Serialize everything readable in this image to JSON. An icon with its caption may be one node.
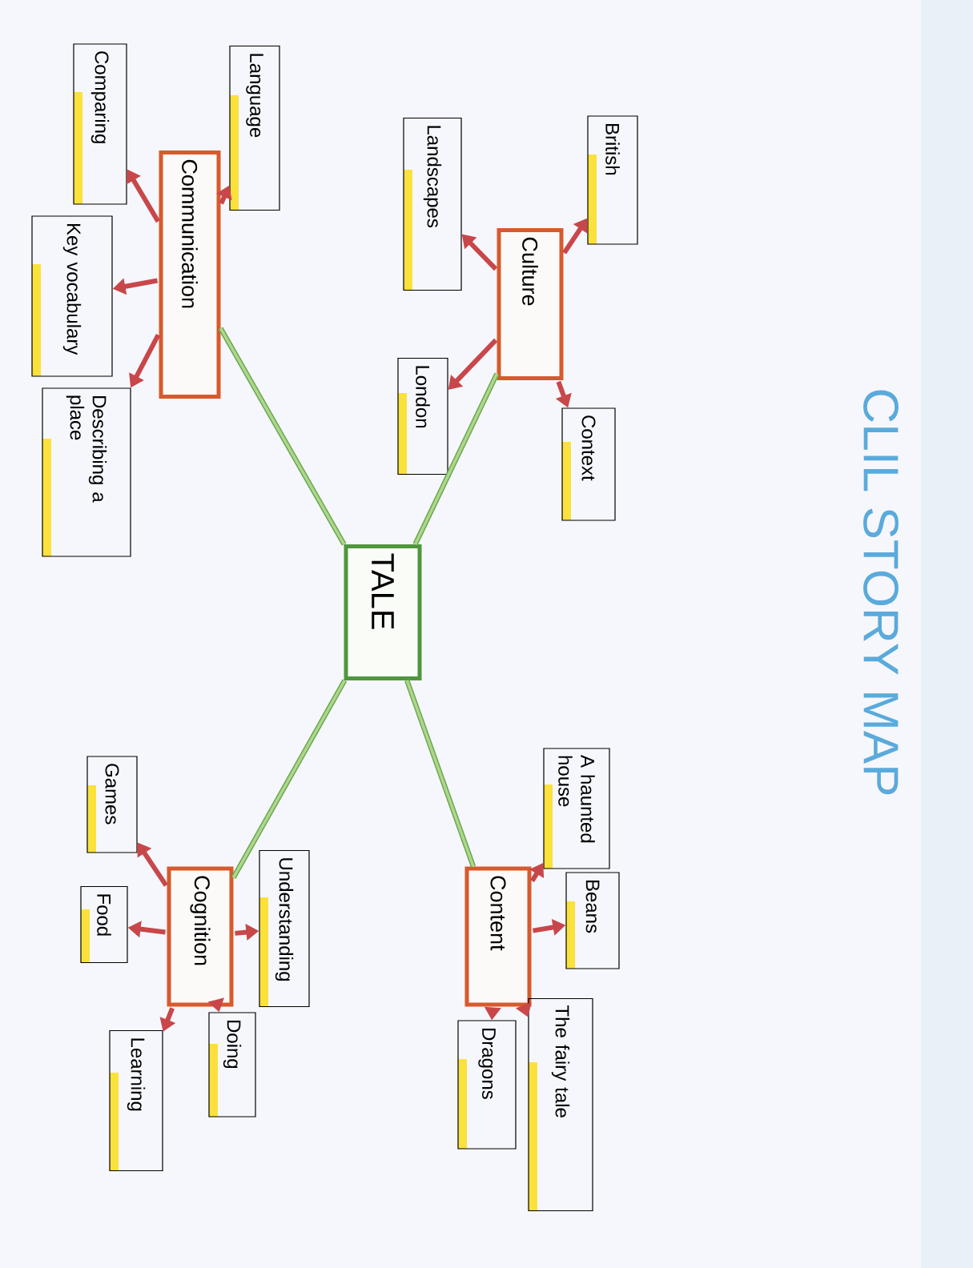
{
  "diagram": {
    "title": "CLIL STORY MAP",
    "nodes": [
      {
        "text": [
          "TALE"
        ]
      },
      {
        "text": [
          "Culture"
        ]
      },
      {
        "text": [
          "British"
        ]
      },
      {
        "text": [
          "Landscapes"
        ]
      },
      {
        "text": [
          "London"
        ]
      },
      {
        "text": [
          "Context"
        ]
      },
      {
        "text": [
          "Communication"
        ]
      },
      {
        "text": [
          "Language"
        ]
      },
      {
        "text": [
          "Comparing"
        ]
      },
      {
        "text": [
          "Key vocabulary"
        ]
      },
      {
        "text": [
          "Describing a place"
        ]
      },
      {
        "text": [
          "Content"
        ]
      },
      {
        "text": [
          "A haunted house"
        ]
      },
      {
        "text": [
          "Beans"
        ]
      },
      {
        "text": [
          "The fairy tale"
        ]
      },
      {
        "text": [
          "Dragons"
        ]
      },
      {
        "text": [
          "Cognition"
        ]
      },
      {
        "text": [
          "Understanding"
        ]
      },
      {
        "text": [
          "Games"
        ]
      },
      {
        "text": [
          "Food"
        ]
      },
      {
        "text": [
          "Doing"
        ]
      },
      {
        "text": [
          "Learning"
        ]
      }
    ],
    "edges": [
      {
        "from": 0,
        "to": 1,
        "arrow": "none",
        "color": "#6aa84f"
      },
      {
        "from": 1,
        "to": 2,
        "arrow": "to"
      },
      {
        "from": 1,
        "to": 3,
        "arrow": "to"
      },
      {
        "from": 1,
        "to": 4,
        "arrow": "to"
      },
      {
        "from": 1,
        "to": 5,
        "arrow": "to"
      },
      {
        "from": 0,
        "to": 6,
        "arrow": "none",
        "color": "#6aa84f"
      },
      {
        "from": 6,
        "to": 7,
        "arrow": "to"
      },
      {
        "from": 6,
        "to": 8,
        "arrow": "to"
      },
      {
        "from": 6,
        "to": 9,
        "arrow": "to"
      },
      {
        "from": 6,
        "to": 10,
        "arrow": "to"
      },
      {
        "from": 0,
        "to": 11,
        "arrow": "none",
        "color": "#6aa84f"
      },
      {
        "from": 11,
        "to": 12,
        "arrow": "to"
      },
      {
        "from": 11,
        "to": 13,
        "arrow": "to"
      },
      {
        "from": 11,
        "to": 14,
        "arrow": "to"
      },
      {
        "from": 11,
        "to": 15,
        "arrow": "to"
      },
      {
        "from": 0,
        "to": 16,
        "arrow": "none",
        "color": "#6aa84f"
      },
      {
        "from": 16,
        "to": 17,
        "arrow": "to"
      },
      {
        "from": 16,
        "to": 18,
        "arrow": "to"
      },
      {
        "from": 16,
        "to": 19,
        "arrow": "to"
      },
      {
        "from": 16,
        "to": 20,
        "arrow": "to"
      },
      {
        "from": 16,
        "to": 21,
        "arrow": "to"
      }
    ]
  }
}
